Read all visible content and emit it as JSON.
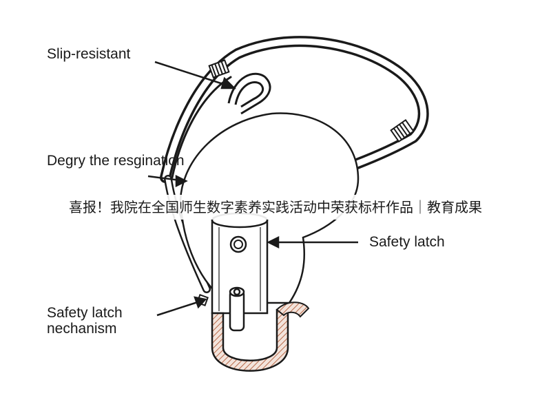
{
  "labels": {
    "slip_resistant": "Slip-resistant",
    "degry": "Degry the resgination",
    "safety_latch": "Safety latch",
    "mechanism_line1": "Safety latch",
    "mechanism_line2": "nechanism"
  },
  "banner": {
    "text": "喜报！我院在全国师生数字素养实践活动中荣获标杆作品｜教育成果"
  },
  "colors": {
    "ink": "#1a1a1a",
    "hatch": "#c07858",
    "body_fill": "#ffffff"
  }
}
